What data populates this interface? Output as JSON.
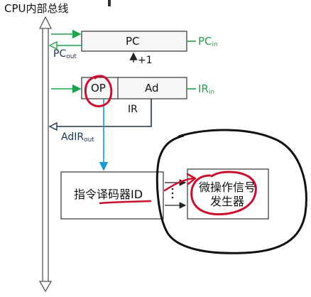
{
  "bus": {
    "title": "CPU内部总线"
  },
  "pc": {
    "label": "PC",
    "in_label": "PC",
    "in_sub": "in",
    "out_label": "PC",
    "out_sub": "out",
    "increment": "+1"
  },
  "ir": {
    "op_label": "OP",
    "ad_label": "Ad",
    "name": "IR",
    "in_label": "IR",
    "in_sub": "in",
    "adout_label": "AdIR",
    "adout_sub": "out"
  },
  "decoder": {
    "label": "指令译码器ID"
  },
  "micro_gen": {
    "line1": "微操作信号",
    "line2": "发生器"
  },
  "colors": {
    "bus_line": "#555555",
    "control_green": "#1fa34a",
    "data_navy": "#1c3550",
    "decode_blue": "#1a9ad6",
    "annotation_red": "#c8102e",
    "ink_black": "#111111"
  }
}
